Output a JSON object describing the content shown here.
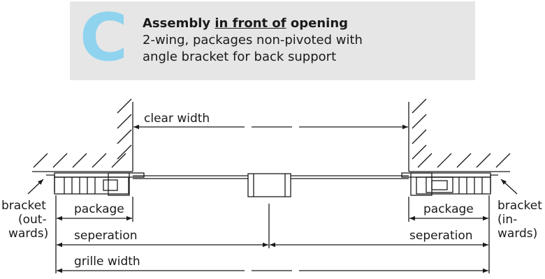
{
  "header": {
    "letter": "C",
    "title_before": "Assembly ",
    "title_underlined": "in front of",
    "title_after": " opening",
    "subtitle_line1": "2-wing, packages non-pivoted with",
    "subtitle_line2": "angle bracket for back support"
  },
  "labels": {
    "clear_width": "clear width",
    "package_left": "package",
    "package_right": "package",
    "seperation_left": "seperation",
    "seperation_right": "seperation",
    "grille_width": "grille width",
    "bracket_left_1": "bracket",
    "bracket_left_2": "(out-",
    "bracket_left_3": "wards)",
    "bracket_right_1": "bracket",
    "bracket_right_2": "(in-",
    "bracket_right_3": "wards)"
  },
  "colors": {
    "header_bg": "#e6e6e6",
    "accent": "#8fd3ef",
    "line": "#1a1a1a"
  }
}
